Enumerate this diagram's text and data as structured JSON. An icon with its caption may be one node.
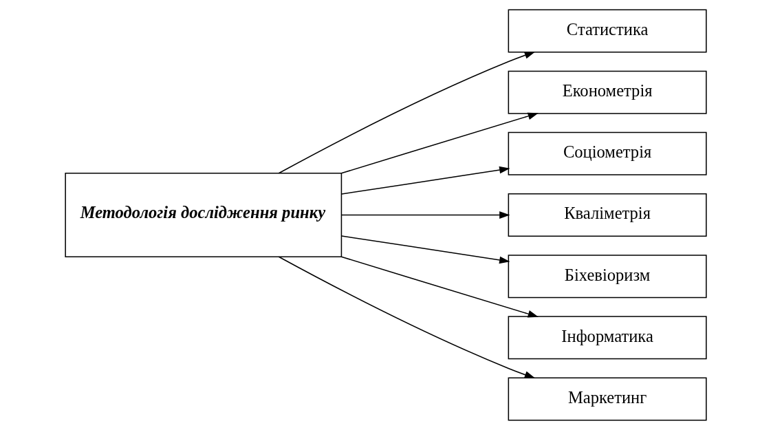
{
  "diagram": {
    "nodes": [
      {
        "text": [
          "Методологія дослідження ринку"
        ]
      },
      {
        "text": [
          "Статистика"
        ]
      },
      {
        "text": [
          "Економетрія"
        ]
      },
      {
        "text": [
          "Соціометрія"
        ]
      },
      {
        "text": [
          "Кваліметрія"
        ]
      },
      {
        "text": [
          "Біхевіоризм"
        ]
      },
      {
        "text": [
          "Інформатика"
        ]
      },
      {
        "text": [
          "Маркетинг"
        ]
      }
    ],
    "edges": [
      {
        "from": 0,
        "to": 1,
        "arrow": "to"
      },
      {
        "from": 0,
        "to": 2,
        "arrow": "to"
      },
      {
        "from": 0,
        "to": 3,
        "arrow": "to"
      },
      {
        "from": 0,
        "to": 4,
        "arrow": "to"
      },
      {
        "from": 0,
        "to": 5,
        "arrow": "to"
      },
      {
        "from": 0,
        "to": 6,
        "arrow": "to"
      },
      {
        "from": 0,
        "to": 7,
        "arrow": "to"
      }
    ]
  }
}
